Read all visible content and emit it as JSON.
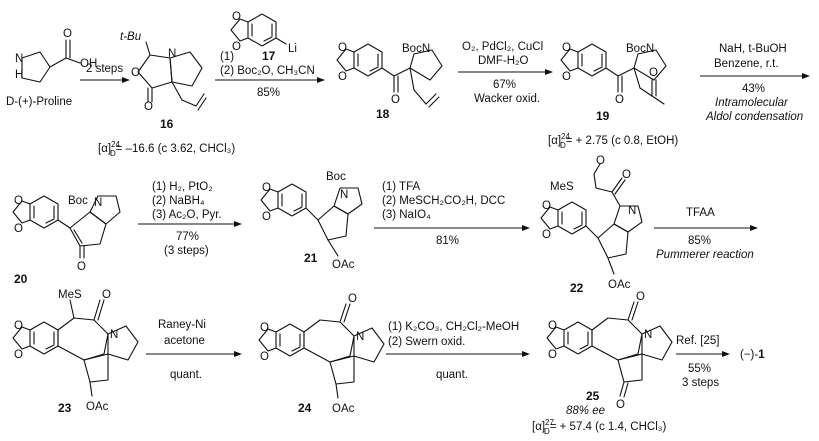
{
  "start": {
    "name": "D-(+)-Proline",
    "atoms": {
      "n": "N",
      "h": "H",
      "oh": "OH",
      "o": "O"
    }
  },
  "compounds": [
    "16",
    "17",
    "18",
    "19",
    "20",
    "21",
    "22",
    "23",
    "24",
    "25"
  ],
  "atoms": {
    "t_bu": "t-Bu",
    "o": "O",
    "n": "N",
    "li": "Li",
    "boc": "Boc",
    "n_boc": "BocN",
    "ms": "MeS",
    "oac": "OAc",
    "s": "S"
  },
  "steps": [
    {
      "id": "s1",
      "lines": [
        "2 steps"
      ]
    },
    {
      "id": "s2",
      "lines": [
        "(1)",
        "(2) Boc₂O, CH₃CN",
        "85%"
      ],
      "reagent_ref": "17"
    },
    {
      "id": "s3",
      "lines": [
        "O₂, PdCl₂, CuCl",
        "DMF-H₂O",
        "67%",
        "Wacker oxid."
      ]
    },
    {
      "id": "s4",
      "lines": [
        "NaH, t-BuOH",
        "Benzene, r.t.",
        "43%",
        "Intramolecular",
        "Aldol condensation"
      ]
    },
    {
      "id": "s5",
      "lines": [
        "(1) H₂, PtO₂",
        "(2) NaBH₄",
        "(3) Ac₂O, Pyr.",
        "77%",
        "(3 steps)"
      ]
    },
    {
      "id": "s6",
      "lines": [
        "(1) TFA",
        "(2) MeSCH₂CO₂H, DCC",
        "(3) NaIO₄",
        "81%"
      ]
    },
    {
      "id": "s7",
      "lines": [
        "TFAA",
        "85%",
        "Pummerer reaction"
      ]
    },
    {
      "id": "s8",
      "lines": [
        "Raney-Ni",
        "acetone",
        "quant."
      ]
    },
    {
      "id": "s9",
      "lines": [
        "(1) K₂CO₃, CH₂Cl₂-MeOH",
        "(2) Swern oxid.",
        "quant."
      ]
    },
    {
      "id": "s10",
      "lines": [
        "Ref. [25]",
        "55%",
        "3 steps"
      ]
    }
  ],
  "rotations": {
    "c16": {
      "symbol": "[α]",
      "temp": "24",
      "sub": "D",
      "value": "= –16.6 (c 3.62, CHCl₃)"
    },
    "c19": {
      "symbol": "[α]",
      "temp": "24",
      "sub": "D",
      "value": "= + 2.75 (c 0.8, EtOH)"
    },
    "c25": {
      "ee": "88% ee",
      "symbol": "[α]",
      "temp": "27",
      "sub": "D",
      "value": "= + 57.4 (c 1.4, CHCl₃)"
    }
  },
  "product": {
    "prefix": "(−)-",
    "number": "1"
  }
}
